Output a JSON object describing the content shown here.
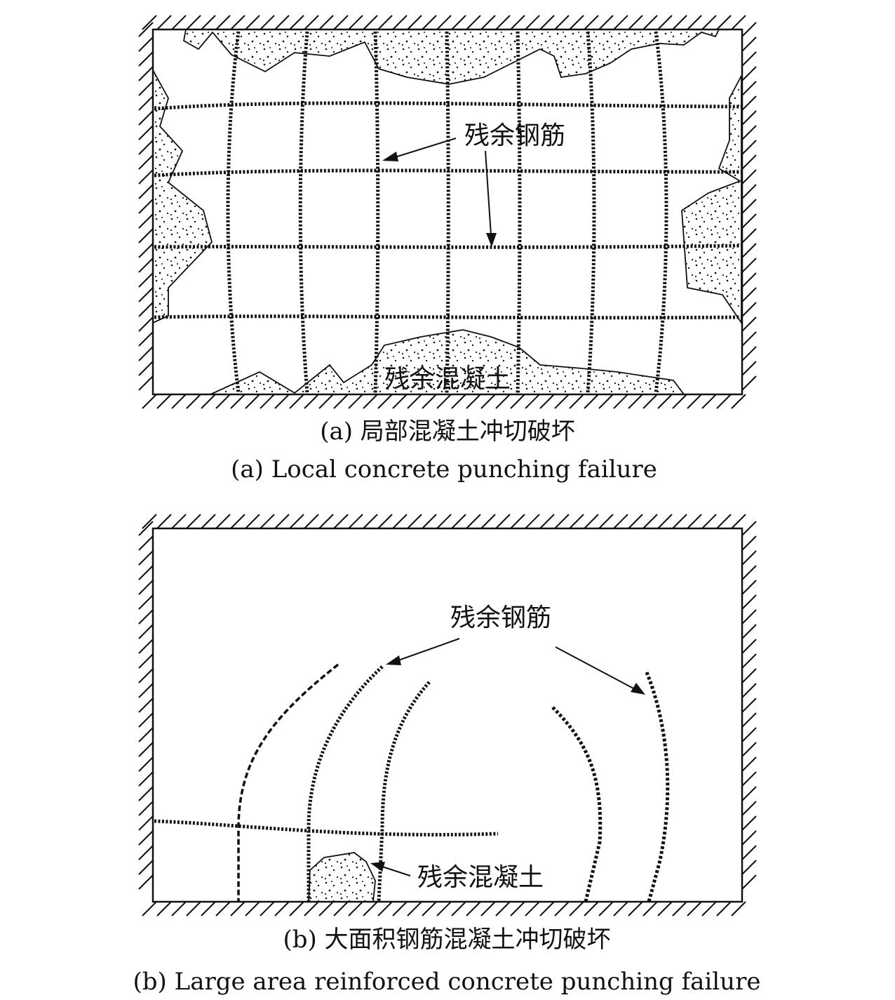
{
  "panel_a": {
    "label_rebar": "残余钢筋",
    "label_concrete": "残余混凝土",
    "caption_zh": "(a) 局部混凝土冲切破坏",
    "caption_en": "(a) Local concrete punching failure"
  },
  "panel_b": {
    "label_rebar": "残余钢筋",
    "label_concrete": "残余混凝土",
    "caption_zh": "(b) 大面积钢筋混凝土冲切破坏",
    "caption_en": "(b) Large area reinforced concrete punching failure"
  }
}
